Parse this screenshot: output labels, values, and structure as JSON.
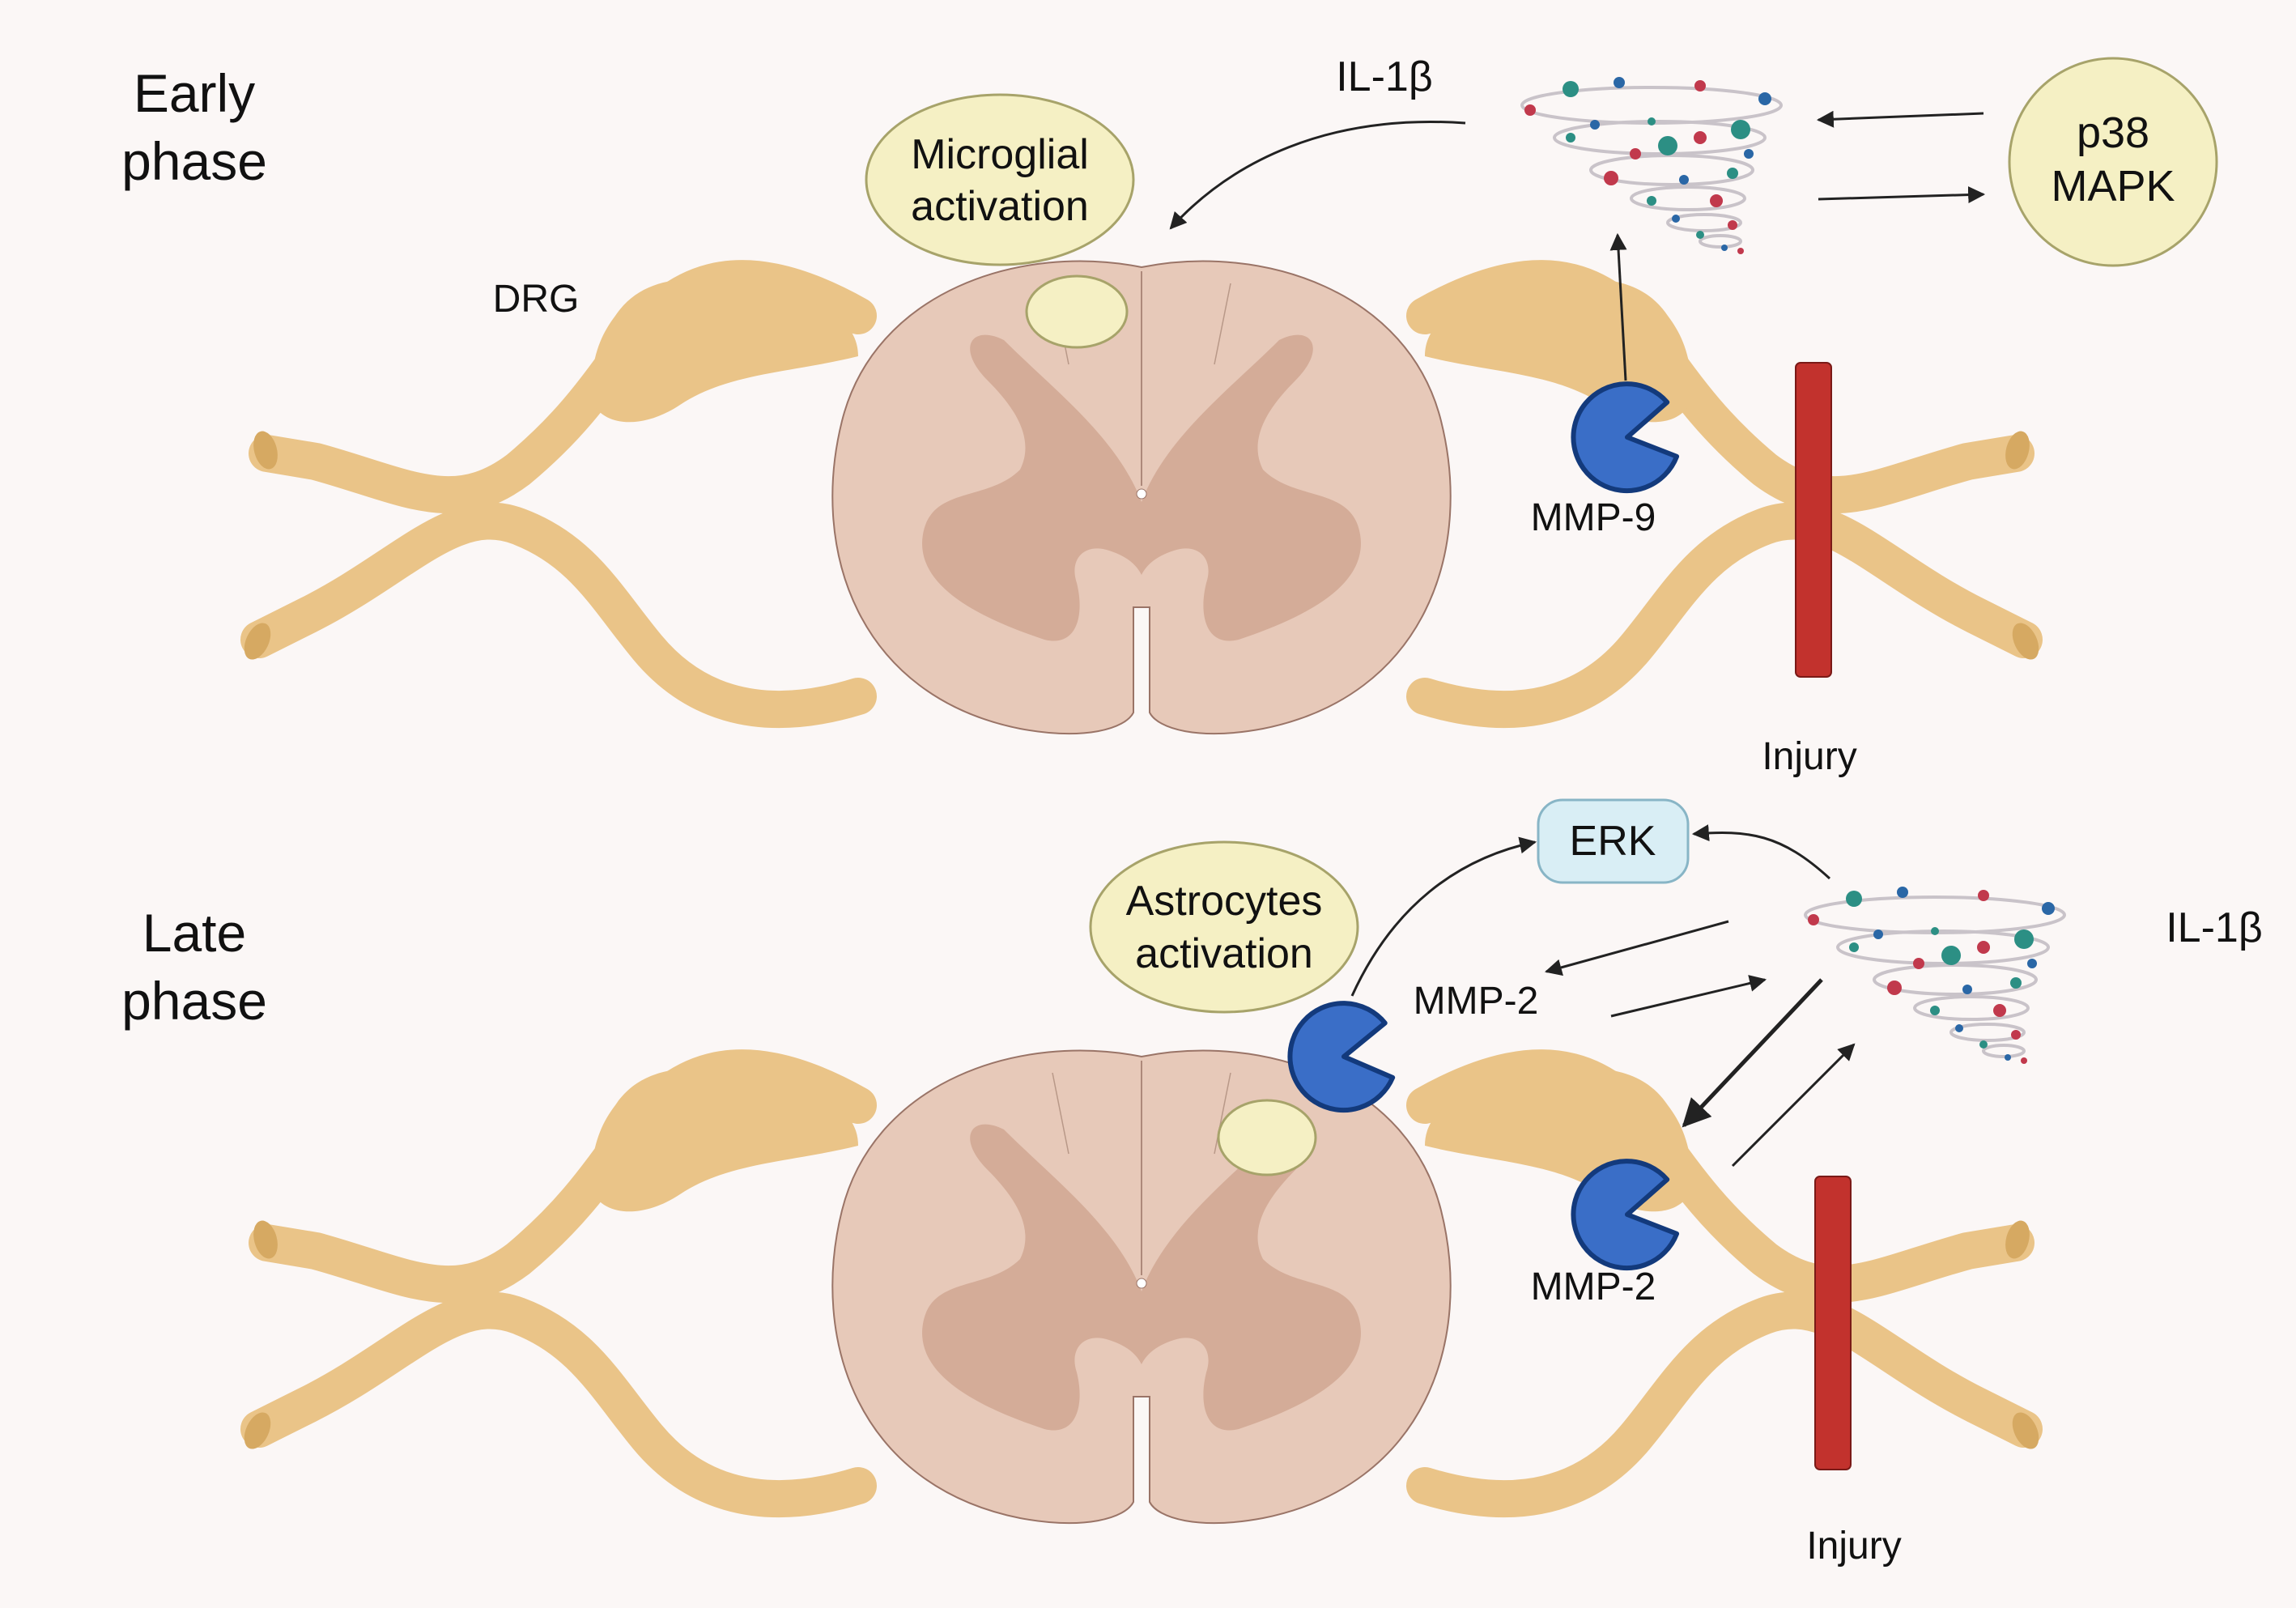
{
  "colors": {
    "background": "#fbf7f6",
    "nerve": "#eac488",
    "nerve_stroke": "#c9a062",
    "cord_outer": "#e7c9b9",
    "cord_inner": "#d4ac98",
    "cord_stroke": "#9a7467",
    "activation_bubble": "#f5f0c4",
    "activation_stroke": "#a7a36a",
    "mmp_pacman": "#3a6ec7",
    "mmp_stroke": "#133a7c",
    "injury_bar": "#c2322d",
    "erk_fill": "#d9eef5",
    "erk_stroke": "#88b5c6",
    "p38_fill": "#f5f0c4",
    "arrow": "#222222",
    "cytokine_teal": "#2c8f84",
    "cytokine_red": "#c1394c",
    "cytokine_blue": "#2a67a6"
  },
  "early_phase": {
    "phase_label_line1": "Early",
    "phase_label_line2": "phase",
    "activation_line1": "Microglial",
    "activation_line2": "activation",
    "drg_label": "DRG",
    "mmp_label": "MMP-9",
    "injury_label": "Injury",
    "cytokine_label": "IL-1β",
    "kinase_line1": "p38",
    "kinase_line2": "MAPK",
    "icons": [
      "spinal-cord-icon",
      "dorsal-root-ganglion-icon",
      "pacman-enzyme-icon",
      "cytokine-storm-icon",
      "injury-bar-icon"
    ]
  },
  "late_phase": {
    "phase_label_line1": "Late",
    "phase_label_line2": "phase",
    "activation_line1": "Astrocytes",
    "activation_line2": "activation",
    "mmp_upper_label": "MMP-2",
    "mmp_lower_label": "MMP-2",
    "injury_label": "Injury",
    "cytokine_label": "IL-1β",
    "kinase_label": "ERK",
    "icons": [
      "spinal-cord-icon",
      "dorsal-root-ganglion-icon",
      "pacman-enzyme-icon",
      "cytokine-storm-icon",
      "injury-bar-icon"
    ]
  }
}
